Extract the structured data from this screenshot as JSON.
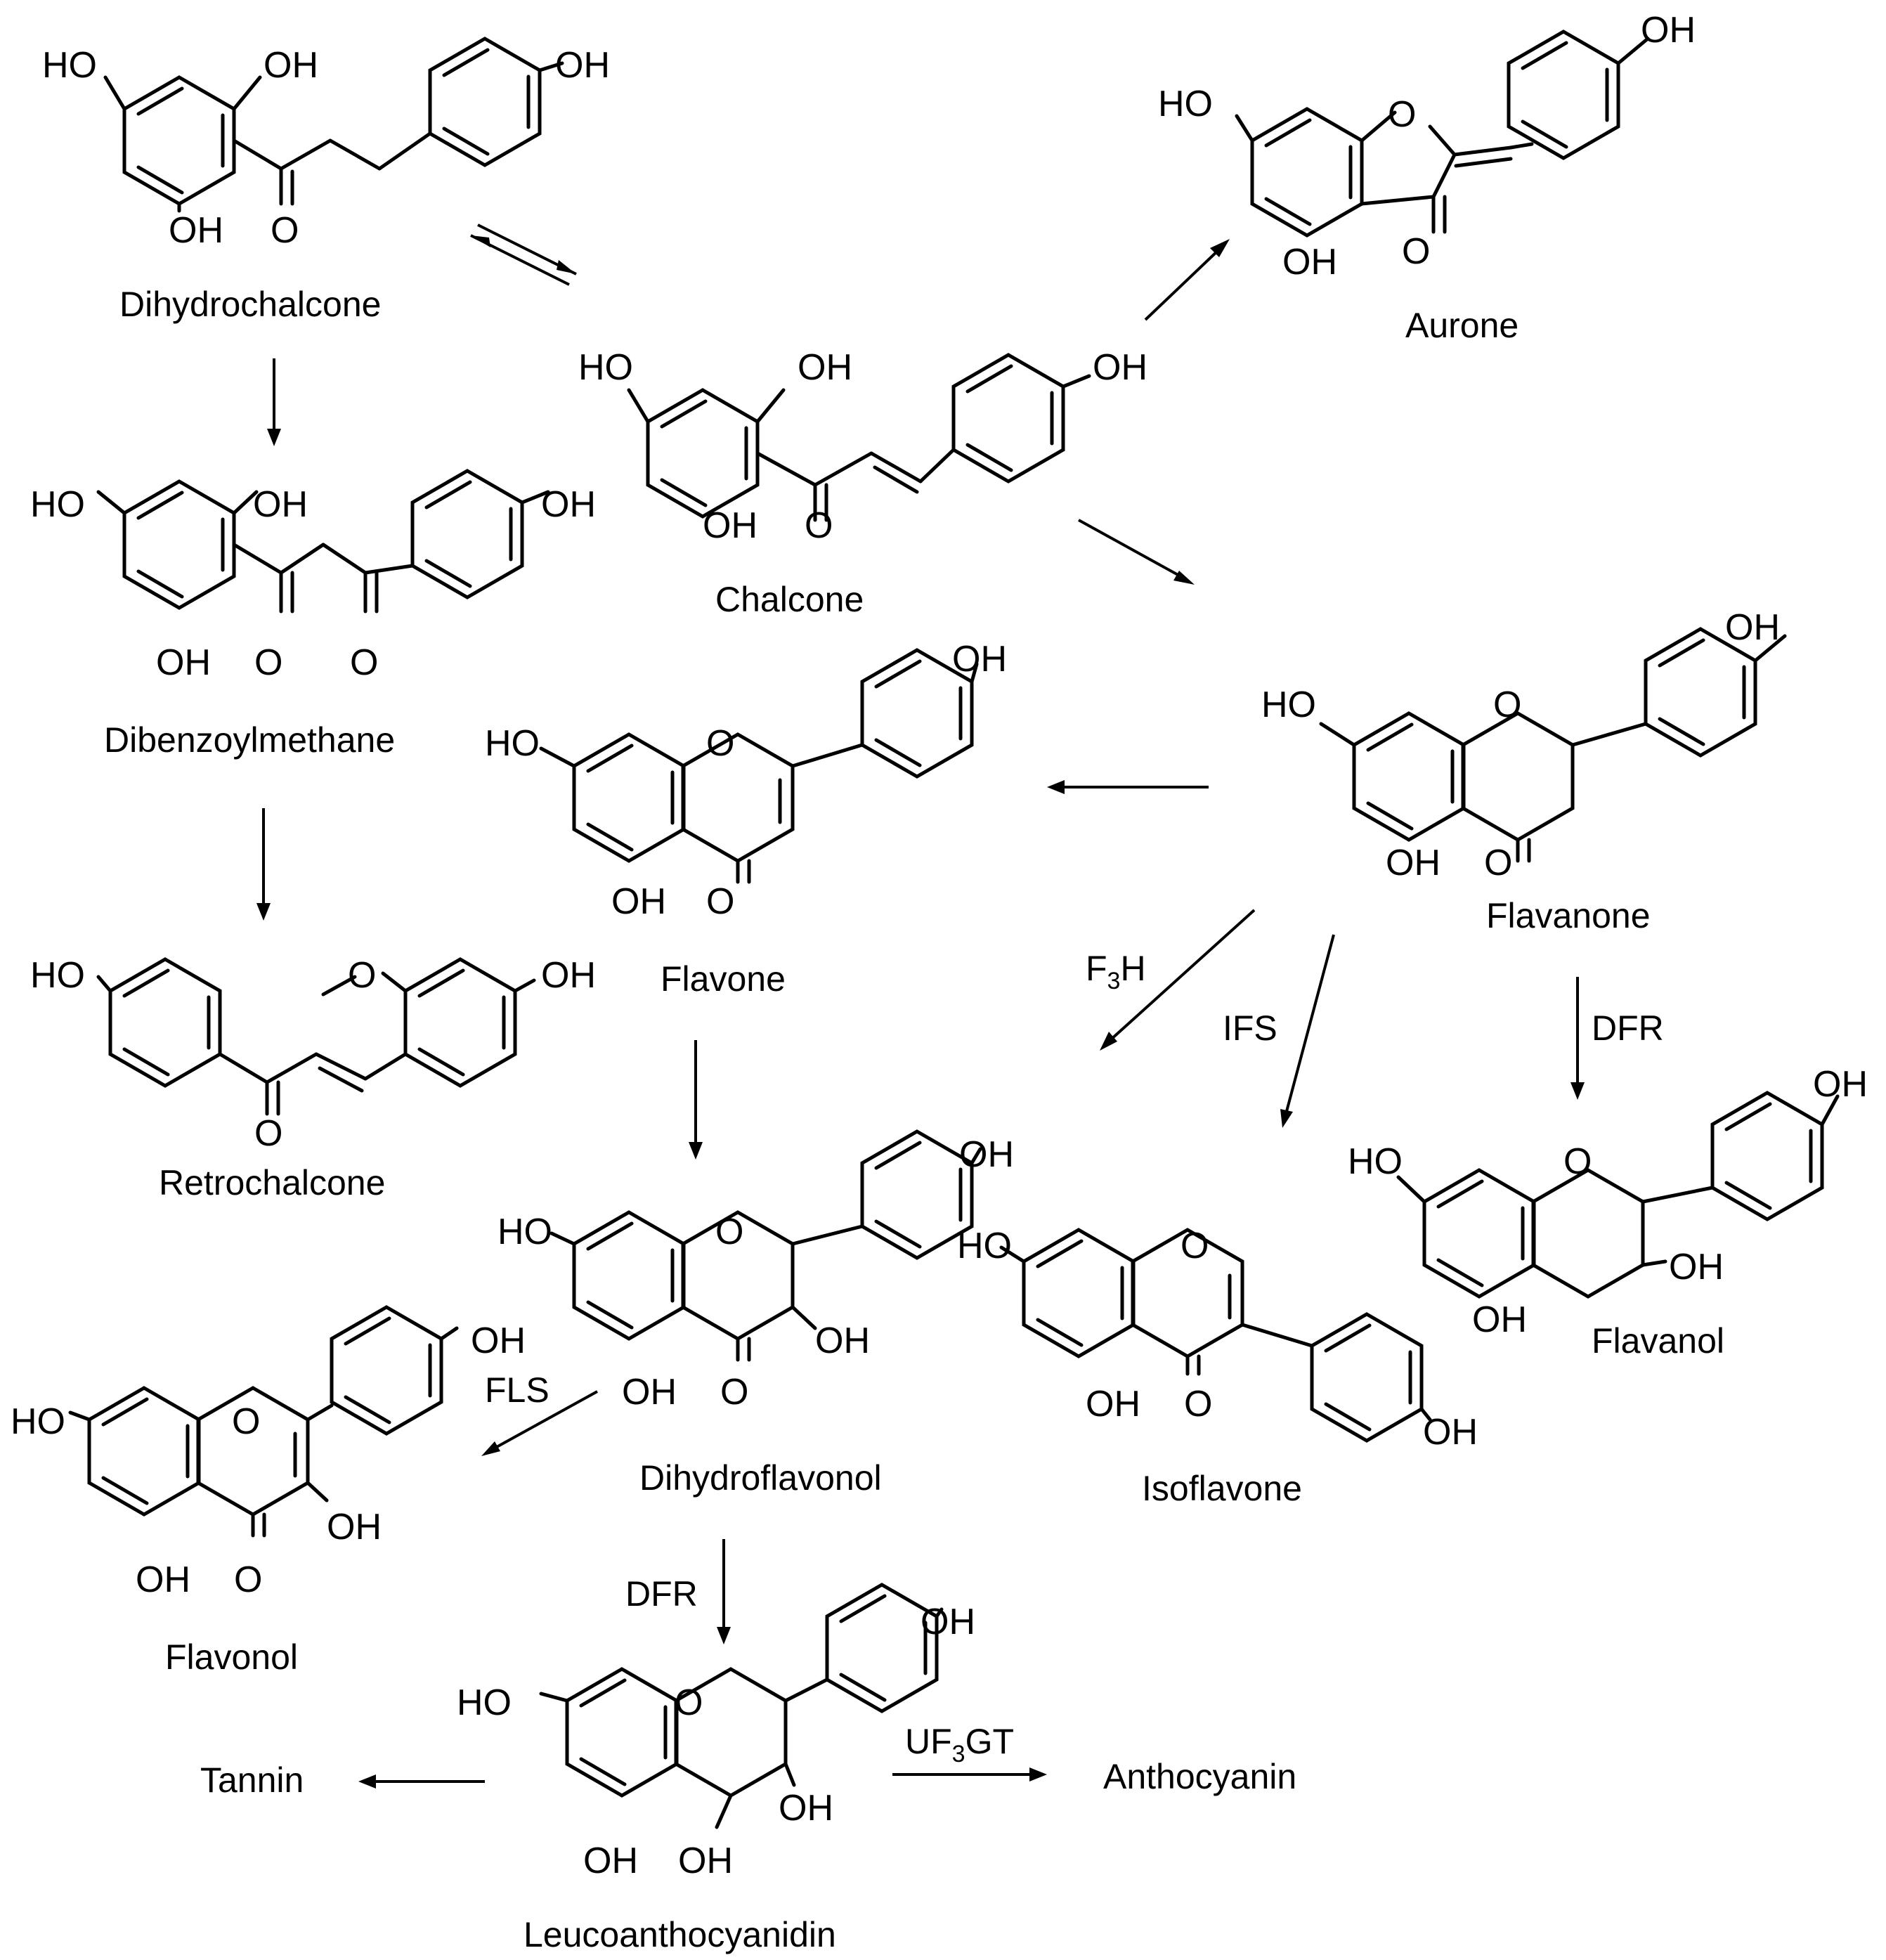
{
  "atoms": {
    "ho": "HO",
    "oh": "OH",
    "o": "O",
    "methoxy_o": "O"
  },
  "compounds": {
    "dihydrochalcone": "Dihydrochalcone",
    "chalcone": "Chalcone",
    "aurone": "Aurone",
    "dibenzoylmethane": "Dibenzoylmethane",
    "flavanone": "Flavanone",
    "flavone": "Flavone",
    "retrochalcone": "Retrochalcone",
    "dihydroflavonol": "Dihydroflavonol",
    "isoflavone": "Isoflavone",
    "flavanol": "Flavanol",
    "flavonol": "Flavonol",
    "tannin": "Tannin",
    "leucoanthocyanidin": "Leucoanthocyanidin",
    "anthocyanin": "Anthocyanin"
  },
  "enzymes": {
    "f3h_main": "F",
    "f3h_sub": "3",
    "f3h_tail": "H",
    "ifs": "IFS",
    "dfr_flavanol": "DFR",
    "fls": "FLS",
    "dfr_leuco": "DFR",
    "uf3gt_main": "UF",
    "uf3gt_sub": "3",
    "uf3gt_tail": "GT"
  },
  "colors": {
    "ink": "#000000",
    "background": "#ffffff"
  }
}
